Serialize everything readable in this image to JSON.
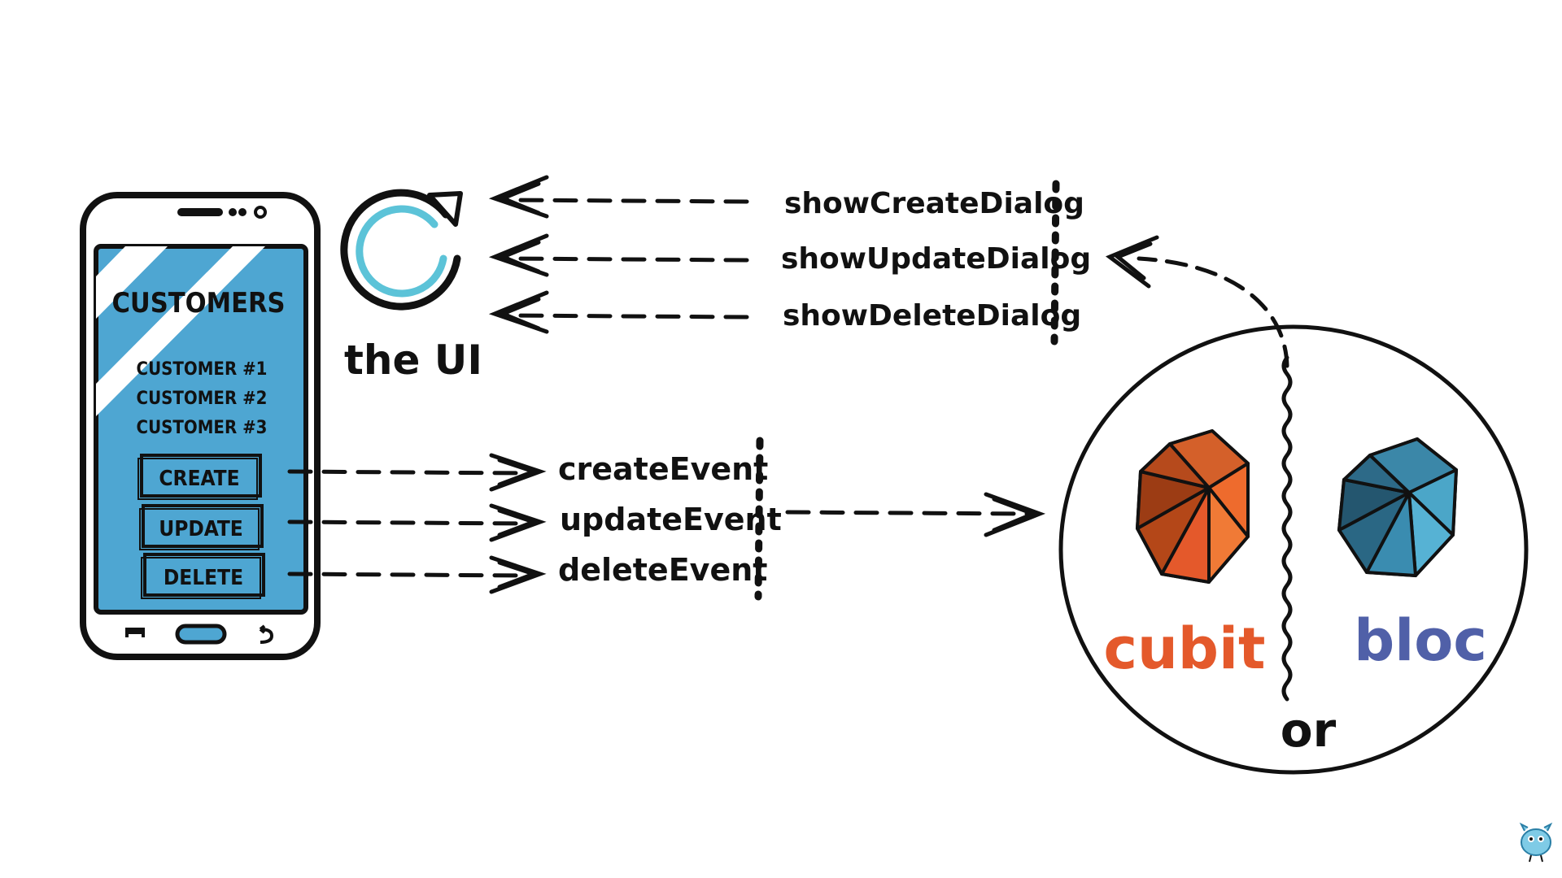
{
  "colors": {
    "ink": "#111111",
    "phone_screen": "#4ea6d2",
    "cubit": "#e4592b",
    "bloc": "#5060a8",
    "refresh_accent": "#5cc3d8"
  },
  "phone": {
    "title": "CUSTOMERS",
    "customers": [
      "CUSTOMER #1",
      "CUSTOMER #2",
      "CUSTOMER #3"
    ],
    "buttons": [
      "CREATE",
      "UPDATE",
      "DELETE"
    ]
  },
  "ui_label": "the UI",
  "events": [
    "createEvent",
    "updateEvent",
    "deleteEvent"
  ],
  "dialogs": [
    "showCreateDialog",
    "showUpdateDialog",
    "showDeleteDialog"
  ],
  "state_management": {
    "left": "cubit",
    "right": "bloc",
    "separator": "or"
  },
  "icons": [
    "refresh-icon",
    "icosahedron-icon",
    "mascot-icon"
  ]
}
